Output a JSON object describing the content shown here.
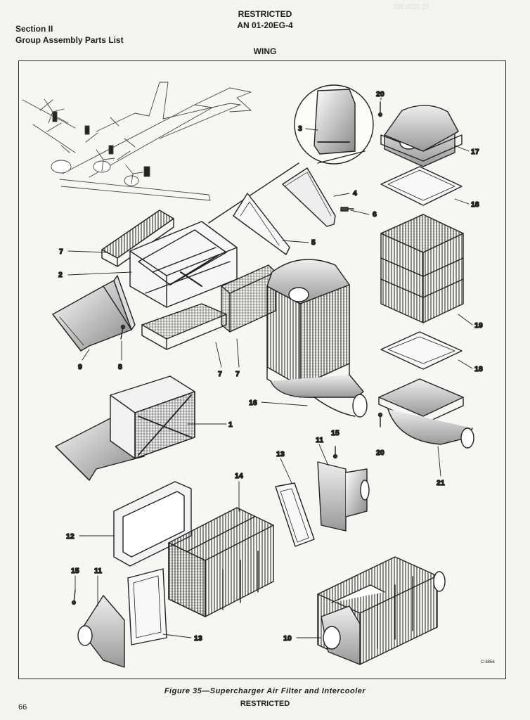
{
  "header": {
    "section": "Section II",
    "parts_list": "Group Assembly Parts List",
    "restricted": "RESTRICTED",
    "doc_number": "AN 01-20EG-4",
    "area": "WING"
  },
  "figure": {
    "caption": "Figure 35—Supercharger Air Filter and Intercooler",
    "drawing_number": "C-8856",
    "callouts": {
      "c1": "1",
      "c2": "2",
      "c3": "3",
      "c4": "4",
      "c5": "5",
      "c6": "6",
      "c7a": "7",
      "c7b": "7",
      "c7c": "7",
      "c8": "8",
      "c9": "9",
      "c10": "10",
      "c11a": "11",
      "c11b": "11",
      "c12": "12",
      "c13a": "13",
      "c13b": "13",
      "c14": "14",
      "c15a": "15",
      "c15b": "15",
      "c16": "16",
      "c17": "17",
      "c18a": "18",
      "c18b": "18",
      "c19": "19",
      "c20a": "20",
      "c20b": "20",
      "c21": "21"
    }
  },
  "footer": {
    "restricted": "RESTRICTED",
    "page_number": "66"
  },
  "colors": {
    "ink": "#1d1d1d",
    "paper": "#f4f3ef"
  }
}
